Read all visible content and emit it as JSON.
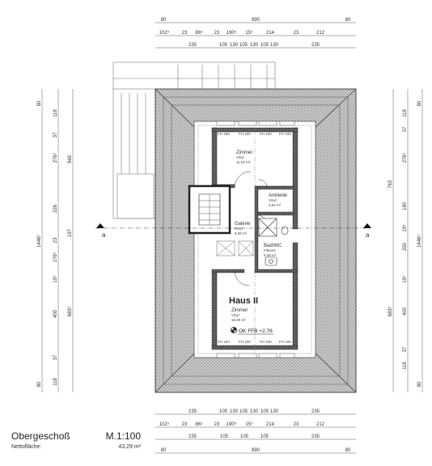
{
  "plan": {
    "floor_name": "Obergeschoß",
    "scale": "M.1:100",
    "area_label": "Nettofläche:",
    "area_value": "43,29 m²",
    "house_name": "Haus II",
    "section_marker": "a",
    "level": "OK FFB +2.76"
  },
  "rooms": [
    {
      "name": "Zimmer",
      "floor": "Vinyl",
      "area": "11,03 m²"
    },
    {
      "name": "Ankleide",
      "floor": "Vinyl",
      "area": "3,62 m²"
    },
    {
      "name": "Galerie",
      "floor": "Vinyl",
      "area": "6,06 m²"
    },
    {
      "name": "Bad/WC",
      "floor": "Fliesen",
      "area": "5,08 m²"
    },
    {
      "name": "Zimmer",
      "floor": "Vinyl",
      "area": "16,80 m²"
    }
  ],
  "dims": {
    "top_row1": [
      "80",
      "890",
      "80"
    ],
    "top_row2": [
      "102⁵",
      "23",
      "86⁵",
      "23",
      "190⁵",
      "15⁵",
      "214",
      "23",
      "212"
    ],
    "top_row3": [
      "235",
      "105",
      "130",
      "105",
      "130",
      "105",
      "130",
      "235"
    ],
    "bottom_row1": [
      "235",
      "105",
      "130",
      "105",
      "130",
      "105",
      "130",
      "235"
    ],
    "bottom_row2": [
      "102⁵",
      "23",
      "86⁵",
      "23",
      "190⁵",
      "15⁵",
      "214",
      "23",
      "212"
    ],
    "bottom_row3": [
      "235",
      "105",
      "105",
      "105",
      "235"
    ],
    "bottom_row4": [
      "80",
      "890",
      "80"
    ],
    "left_outer": [
      "80",
      "1446⁵",
      "80"
    ],
    "left_inner": [
      "118",
      "37",
      "276⁵",
      "226",
      "23",
      "176⁵",
      "19⁵",
      "400",
      "37",
      "118"
    ],
    "left_mid": [
      "569",
      "197",
      "683⁵"
    ],
    "right_outer": [
      "80",
      "1446⁵",
      "80"
    ],
    "right_inner": [
      "118",
      "37",
      "276⁵",
      "180",
      "19⁵",
      "250",
      "19⁵",
      "400",
      "37",
      "118"
    ],
    "right_mid": [
      "763",
      "683⁵"
    ],
    "window_tag": "FH 100"
  }
}
